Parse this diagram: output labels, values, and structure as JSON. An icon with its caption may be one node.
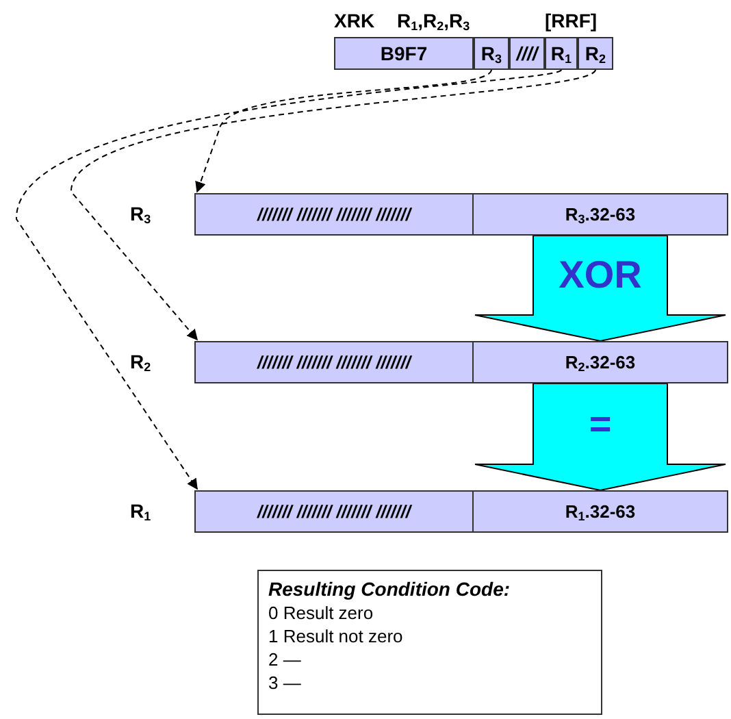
{
  "diagram": {
    "nodes": [
      {
        "text": [
          "B9F7"
        ]
      },
      {
        "text": [
          "R$_{3}$"
        ]
      },
      {
        "text": [
          "////"
        ]
      },
      {
        "text": [
          "R$_{1}$"
        ]
      },
      {
        "text": [
          "R$_{2}$"
        ]
      },
      {
        "text": [
          "/////// /////// /////// ///////",
          "R$_{3}$.32-63"
        ],
        "beside": [
          "R$_{3}$"
        ]
      },
      {
        "text": [
          "/////// /////// /////// ///////",
          "R$_{2}$.32-63"
        ],
        "beside": [
          "R$_{2}$"
        ]
      },
      {
        "text": [
          "/////// /////// /////// ///////",
          "R$_{1}$.32-63"
        ],
        "beside": [
          "R$_{1}$"
        ]
      },
      {
        "text": [
          "Resulting Condition Code:",
          "0 Result zero",
          "1 Result not zero",
          "2 —",
          "3 —"
        ]
      }
    ],
    "edges": [
      {
        "from": 1,
        "to": 5,
        "arrow": "to",
        "style": "dashed"
      },
      {
        "from": 4,
        "to": 6,
        "arrow": "to",
        "style": "dashed"
      },
      {
        "from": 3,
        "to": 7,
        "arrow": "to",
        "style": "dashed"
      },
      {
        "from": 5,
        "to": 6,
        "arrow": "to",
        "label": "XOR",
        "style": "thick",
        "color": "#00ffff"
      },
      {
        "from": 6,
        "to": 7,
        "arrow": "to",
        "label": "=",
        "style": "thick",
        "color": "#00ffff"
      }
    ],
    "labels": [
      "XRK",
      "R$_{1}$,R$_{2}$,R$_{3}$",
      "[RRF]"
    ]
  }
}
